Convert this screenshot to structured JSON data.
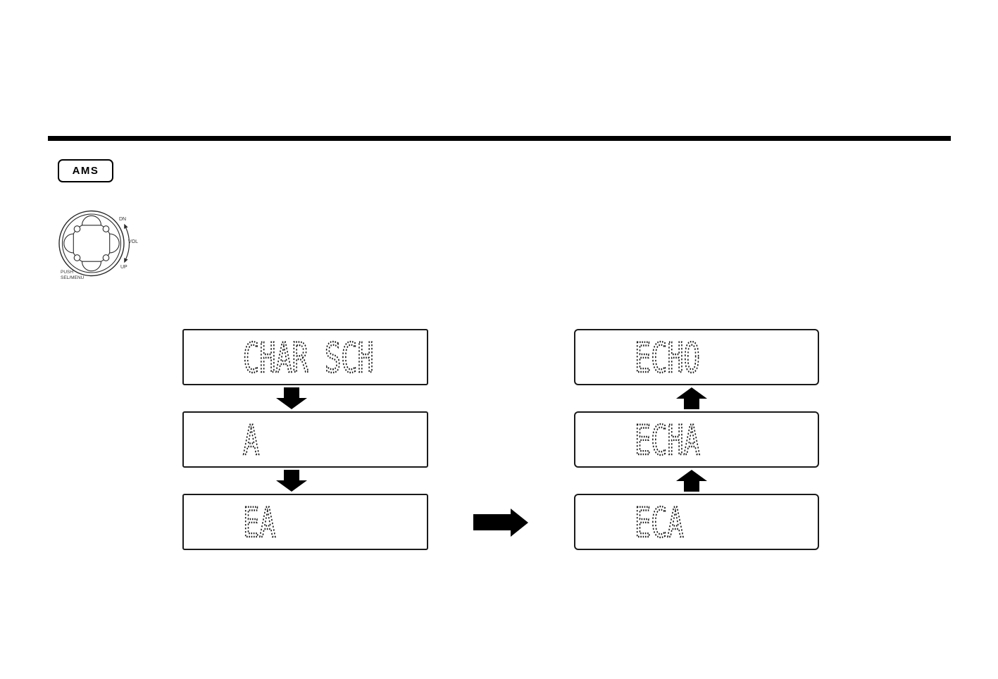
{
  "page": {
    "background": "#ffffff",
    "ink_color": "#000000",
    "lcd_color": "#1a1a1a"
  },
  "controls": {
    "ams_button": {
      "label": "AMS"
    },
    "dial": {
      "label_top": "DN",
      "label_mid": "VOL",
      "label_bottom": "UP",
      "caption_line1": "PUSH",
      "caption_line2": "SEL/MENU"
    }
  },
  "flow": {
    "left_column": {
      "displays": [
        "CHAR SCH",
        "A",
        "EA"
      ],
      "arrow_direction": "down"
    },
    "right_column": {
      "displays": [
        "ECHO",
        "ECHA",
        "ECA"
      ],
      "arrow_direction": "up"
    },
    "connector_direction": "right"
  }
}
